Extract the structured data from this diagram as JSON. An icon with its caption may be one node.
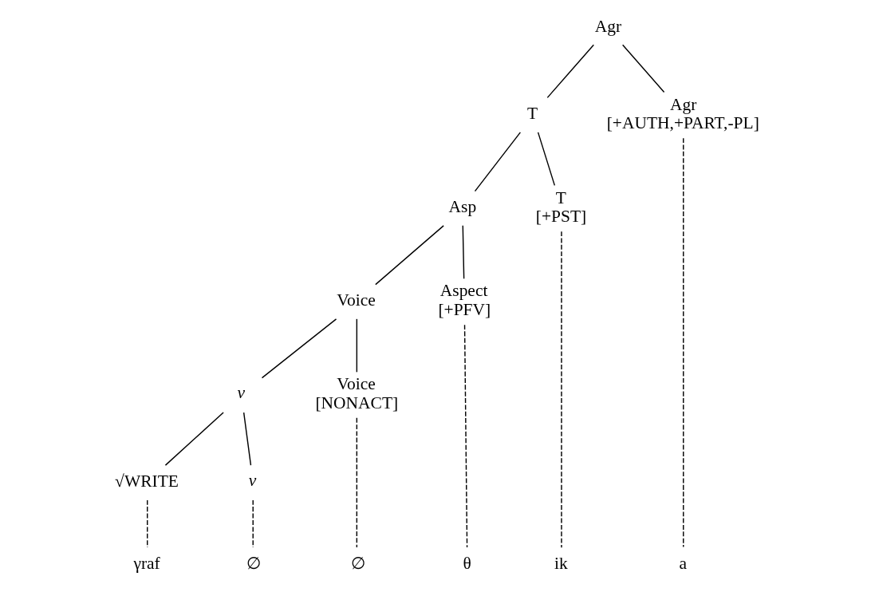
{
  "diagram": {
    "nodes": [
      {
        "text": [
          "Agr"
        ]
      },
      {
        "text": [
          "T"
        ]
      },
      {
        "text": [
          "Agr",
          "[+AUTH,+PART,-PL]"
        ]
      },
      {
        "text": [
          "Asp"
        ]
      },
      {
        "text": [
          "T",
          "[+PST]"
        ]
      },
      {
        "text": [
          "Voice"
        ]
      },
      {
        "text": [
          "Aspect",
          "[+PFV]"
        ]
      },
      {
        "text": [
          "v"
        ]
      },
      {
        "text": [
          "Voice",
          "[NONACT]"
        ]
      },
      {
        "text": [
          "√WRITE"
        ]
      },
      {
        "text": [
          "v"
        ]
      },
      {
        "text": [
          "γraf"
        ]
      },
      {
        "text": [
          "∅"
        ]
      },
      {
        "text": [
          "∅"
        ]
      },
      {
        "text": [
          "θ"
        ]
      },
      {
        "text": [
          "ik"
        ]
      },
      {
        "text": [
          "a"
        ]
      }
    ],
    "edges": [
      {
        "from": 0,
        "to": 1,
        "arrow": "none"
      },
      {
        "from": 0,
        "to": 2,
        "arrow": "none"
      },
      {
        "from": 1,
        "to": 3,
        "arrow": "none"
      },
      {
        "from": 1,
        "to": 4,
        "arrow": "none"
      },
      {
        "from": 3,
        "to": 5,
        "arrow": "none"
      },
      {
        "from": 3,
        "to": 6,
        "arrow": "none"
      },
      {
        "from": 5,
        "to": 7,
        "arrow": "none"
      },
      {
        "from": 5,
        "to": 8,
        "arrow": "none"
      },
      {
        "from": 7,
        "to": 9,
        "arrow": "none"
      },
      {
        "from": 7,
        "to": 10,
        "arrow": "none"
      },
      {
        "from": 9,
        "to": 11,
        "arrow": "none",
        "style": "dashed"
      },
      {
        "from": 10,
        "to": 12,
        "arrow": "none",
        "style": "dashed"
      },
      {
        "from": 8,
        "to": 13,
        "arrow": "none",
        "style": "dashed"
      },
      {
        "from": 6,
        "to": 14,
        "arrow": "none",
        "style": "dashed"
      },
      {
        "from": 4,
        "to": 15,
        "arrow": "none",
        "style": "dashed"
      },
      {
        "from": 2,
        "to": 16,
        "arrow": "none",
        "style": "dashed"
      }
    ]
  }
}
